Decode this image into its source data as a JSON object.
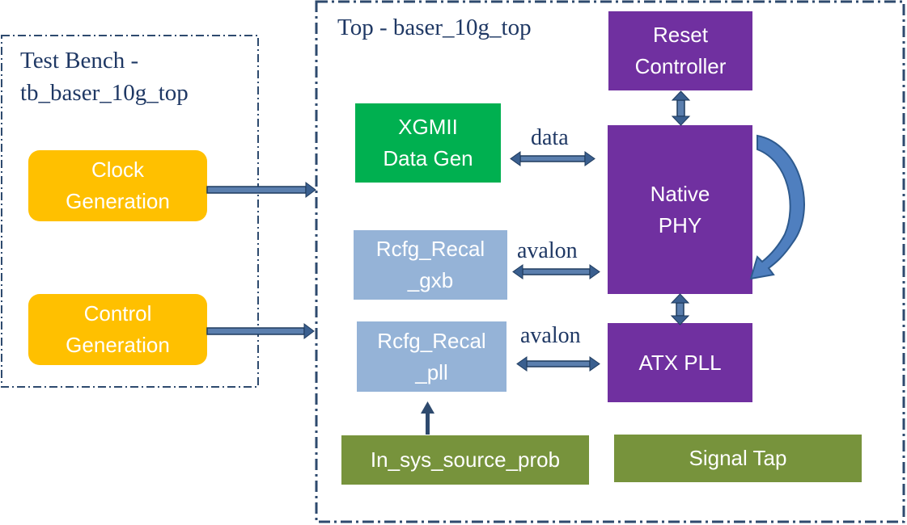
{
  "testbench": {
    "title_line1": "Test Bench -",
    "title_line2": "tb_baser_10g_top"
  },
  "top": {
    "title": "Top - baser_10g_top"
  },
  "blocks": {
    "clock_gen": {
      "line1": "Clock",
      "line2": "Generation"
    },
    "control_gen": {
      "line1": "Control",
      "line2": "Generation"
    },
    "xgmii": {
      "line1": "XGMII",
      "line2": "Data Gen"
    },
    "rcfg_gxb": {
      "line1": "Rcfg_Recal",
      "line2": "_gxb"
    },
    "rcfg_pll": {
      "line1": "Rcfg_Recal",
      "line2": "_pll"
    },
    "reset_ctrl": {
      "line1": "Reset",
      "line2": "Controller"
    },
    "native_phy": {
      "line1": "Native",
      "line2": "PHY"
    },
    "atx_pll": {
      "label": "ATX PLL"
    },
    "in_sys": {
      "label": "In_sys_source_prob"
    },
    "signal_tap": {
      "label": "Signal Tap"
    }
  },
  "connections": {
    "data_label": "data",
    "avalon_gxb_label": "avalon",
    "avalon_pll_label": "avalon"
  },
  "colors": {
    "frame_border": "#2e4a6e",
    "arrow": "#3a5f8f",
    "arrow_outline": "#1f3b5e",
    "orange": "#ffc000",
    "green": "#00b050",
    "purple": "#7030a0",
    "lightblue": "#95b3d7",
    "olive": "#77933c"
  }
}
